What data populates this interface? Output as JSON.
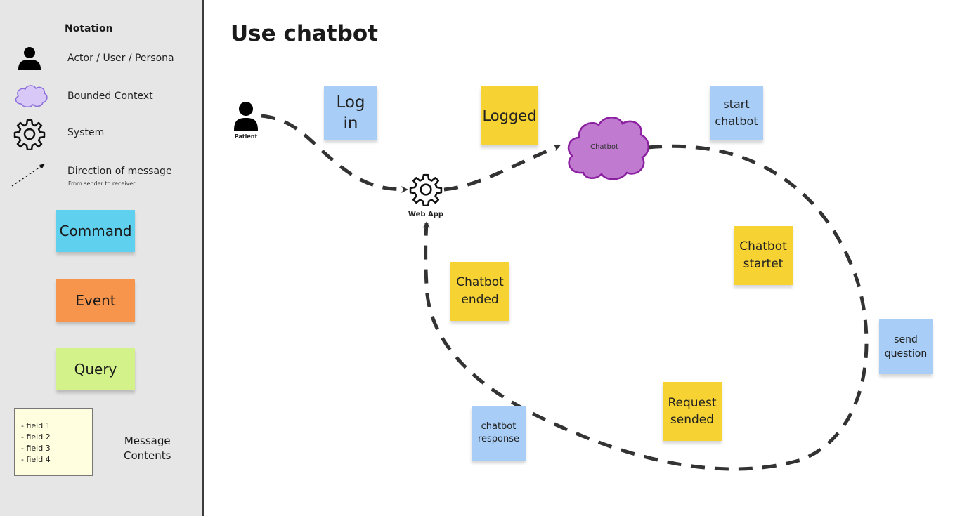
{
  "legend": {
    "title": "Notation",
    "actor_label": "Actor / User / Persona",
    "bounded_context_label": "Bounded Context",
    "system_label": "System",
    "direction_label": "Direction of message",
    "direction_sub": "From sender to receiver",
    "command_label": "Command",
    "event_label": "Event",
    "query_label": "Query",
    "message_fields": [
      "- field 1",
      "- field 2",
      "- field 3",
      "- field 4"
    ],
    "message_contents_line1": "Message",
    "message_contents_line2": "Contents",
    "colors": {
      "command": "#5fd1ee",
      "event": "#f7954d",
      "query": "#d3f28a",
      "bounded_context_fill": "#d7c8f8",
      "bounded_context_stroke": "#8a6fd8"
    }
  },
  "board": {
    "title": "Use chatbot",
    "actor_name": "Patient",
    "system_name": "Web App",
    "bounded_context_name": "Chatbot",
    "stickies": {
      "log_in": [
        "Log",
        "in"
      ],
      "logged": [
        "Logged"
      ],
      "start_chatbot": [
        "start",
        "chatbot"
      ],
      "chatbot_startet": [
        "Chatbot",
        "startet"
      ],
      "send_question": [
        "send",
        "question"
      ],
      "request_sended": [
        "Request",
        "sended"
      ],
      "chatbot_response": [
        "chatbot",
        "response"
      ],
      "chatbot_ended": [
        "Chatbot",
        "ended"
      ]
    },
    "colors": {
      "command_sticky": "#a8cdf6",
      "event_sticky": "#f6d232",
      "cloud_fill": "#c07ad0",
      "cloud_stroke": "#8a1fa0",
      "arrow": "#333333"
    }
  }
}
